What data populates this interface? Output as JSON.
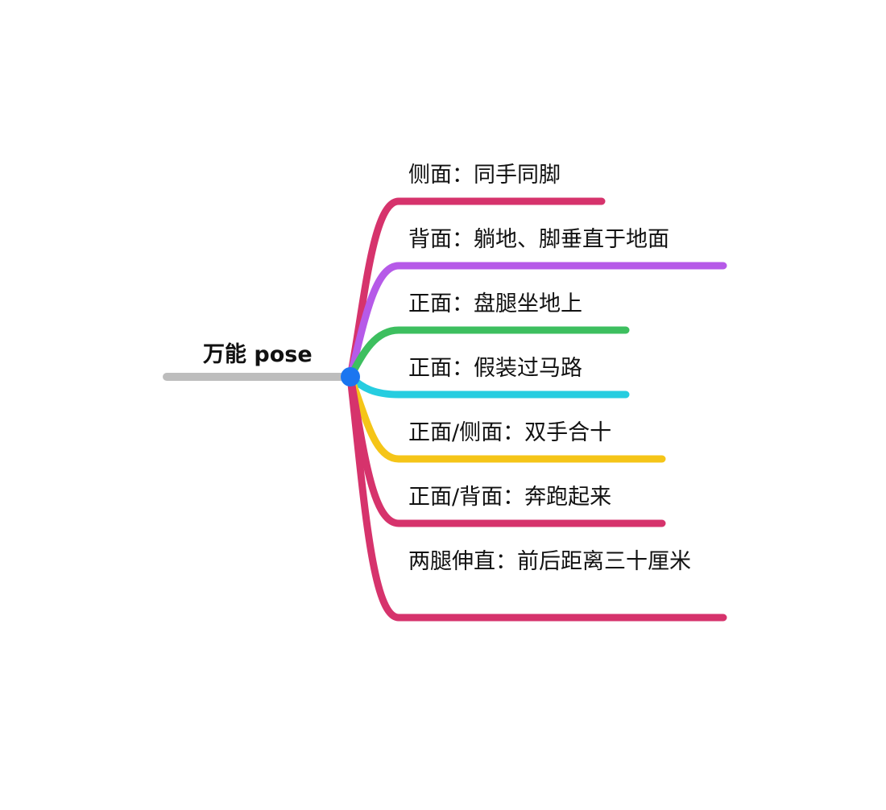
{
  "root": {
    "label": "万能 pose",
    "line_color": "#bdbdbd",
    "node_color": "#1b76f0"
  },
  "branches": [
    {
      "label": "侧面：同手同脚",
      "color": "#d6336c"
    },
    {
      "label": "背面：躺地、脚垂直于地面",
      "color": "#b65ae8"
    },
    {
      "label": "正面：盘腿坐地上",
      "color": "#3dbf5f"
    },
    {
      "label": "正面：假装过马路",
      "color": "#26cde0"
    },
    {
      "label": "正面/侧面：双手合十",
      "color": "#f5c518"
    },
    {
      "label": "正面/背面：奔跑起来",
      "color": "#d6336c"
    },
    {
      "label": "两腿伸直：前后距离三十厘米",
      "color": "#d6336c"
    }
  ]
}
